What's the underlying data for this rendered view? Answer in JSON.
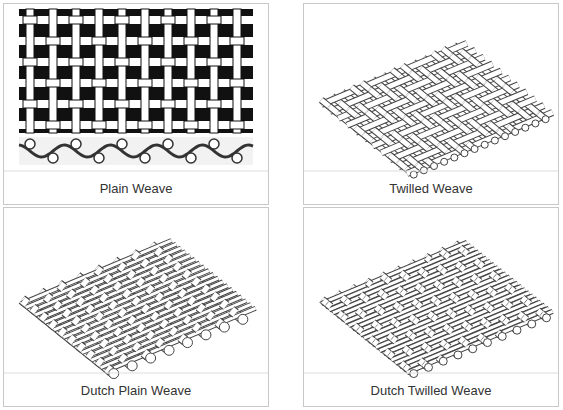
{
  "diagram": {
    "nodes": [
      {
        "text": [
          "Plain Weave"
        ]
      },
      {
        "text": [
          "Twilled Weave"
        ]
      },
      {
        "text": [
          "Dutch Plain Weave"
        ]
      },
      {
        "text": [
          "Dutch Twilled Weave"
        ]
      }
    ]
  }
}
